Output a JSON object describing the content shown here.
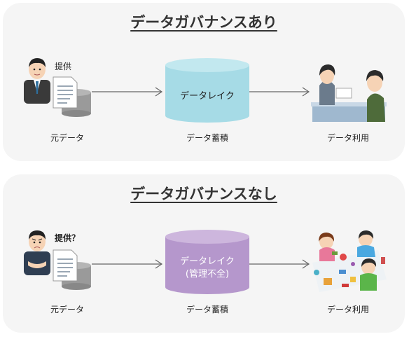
{
  "sections": [
    {
      "title": "データガバナンスあり",
      "provide_label": "提供",
      "source_label": "元データ",
      "lake_label": "データレイク",
      "lake_sublabel": "",
      "store_label": "データ蓄積",
      "use_label": "データ利用",
      "lake_color": "#a6dbe6",
      "lake_top_color": "#c2e8ef"
    },
    {
      "title": "データガバナンスなし",
      "provide_label": "提供？",
      "source_label": "元データ",
      "lake_label": "データレイク",
      "lake_sublabel": "(管理不全)",
      "store_label": "データ蓄積",
      "use_label": "データ利用",
      "lake_color": "#b597cc",
      "lake_top_color": "#cdb6dd"
    }
  ]
}
